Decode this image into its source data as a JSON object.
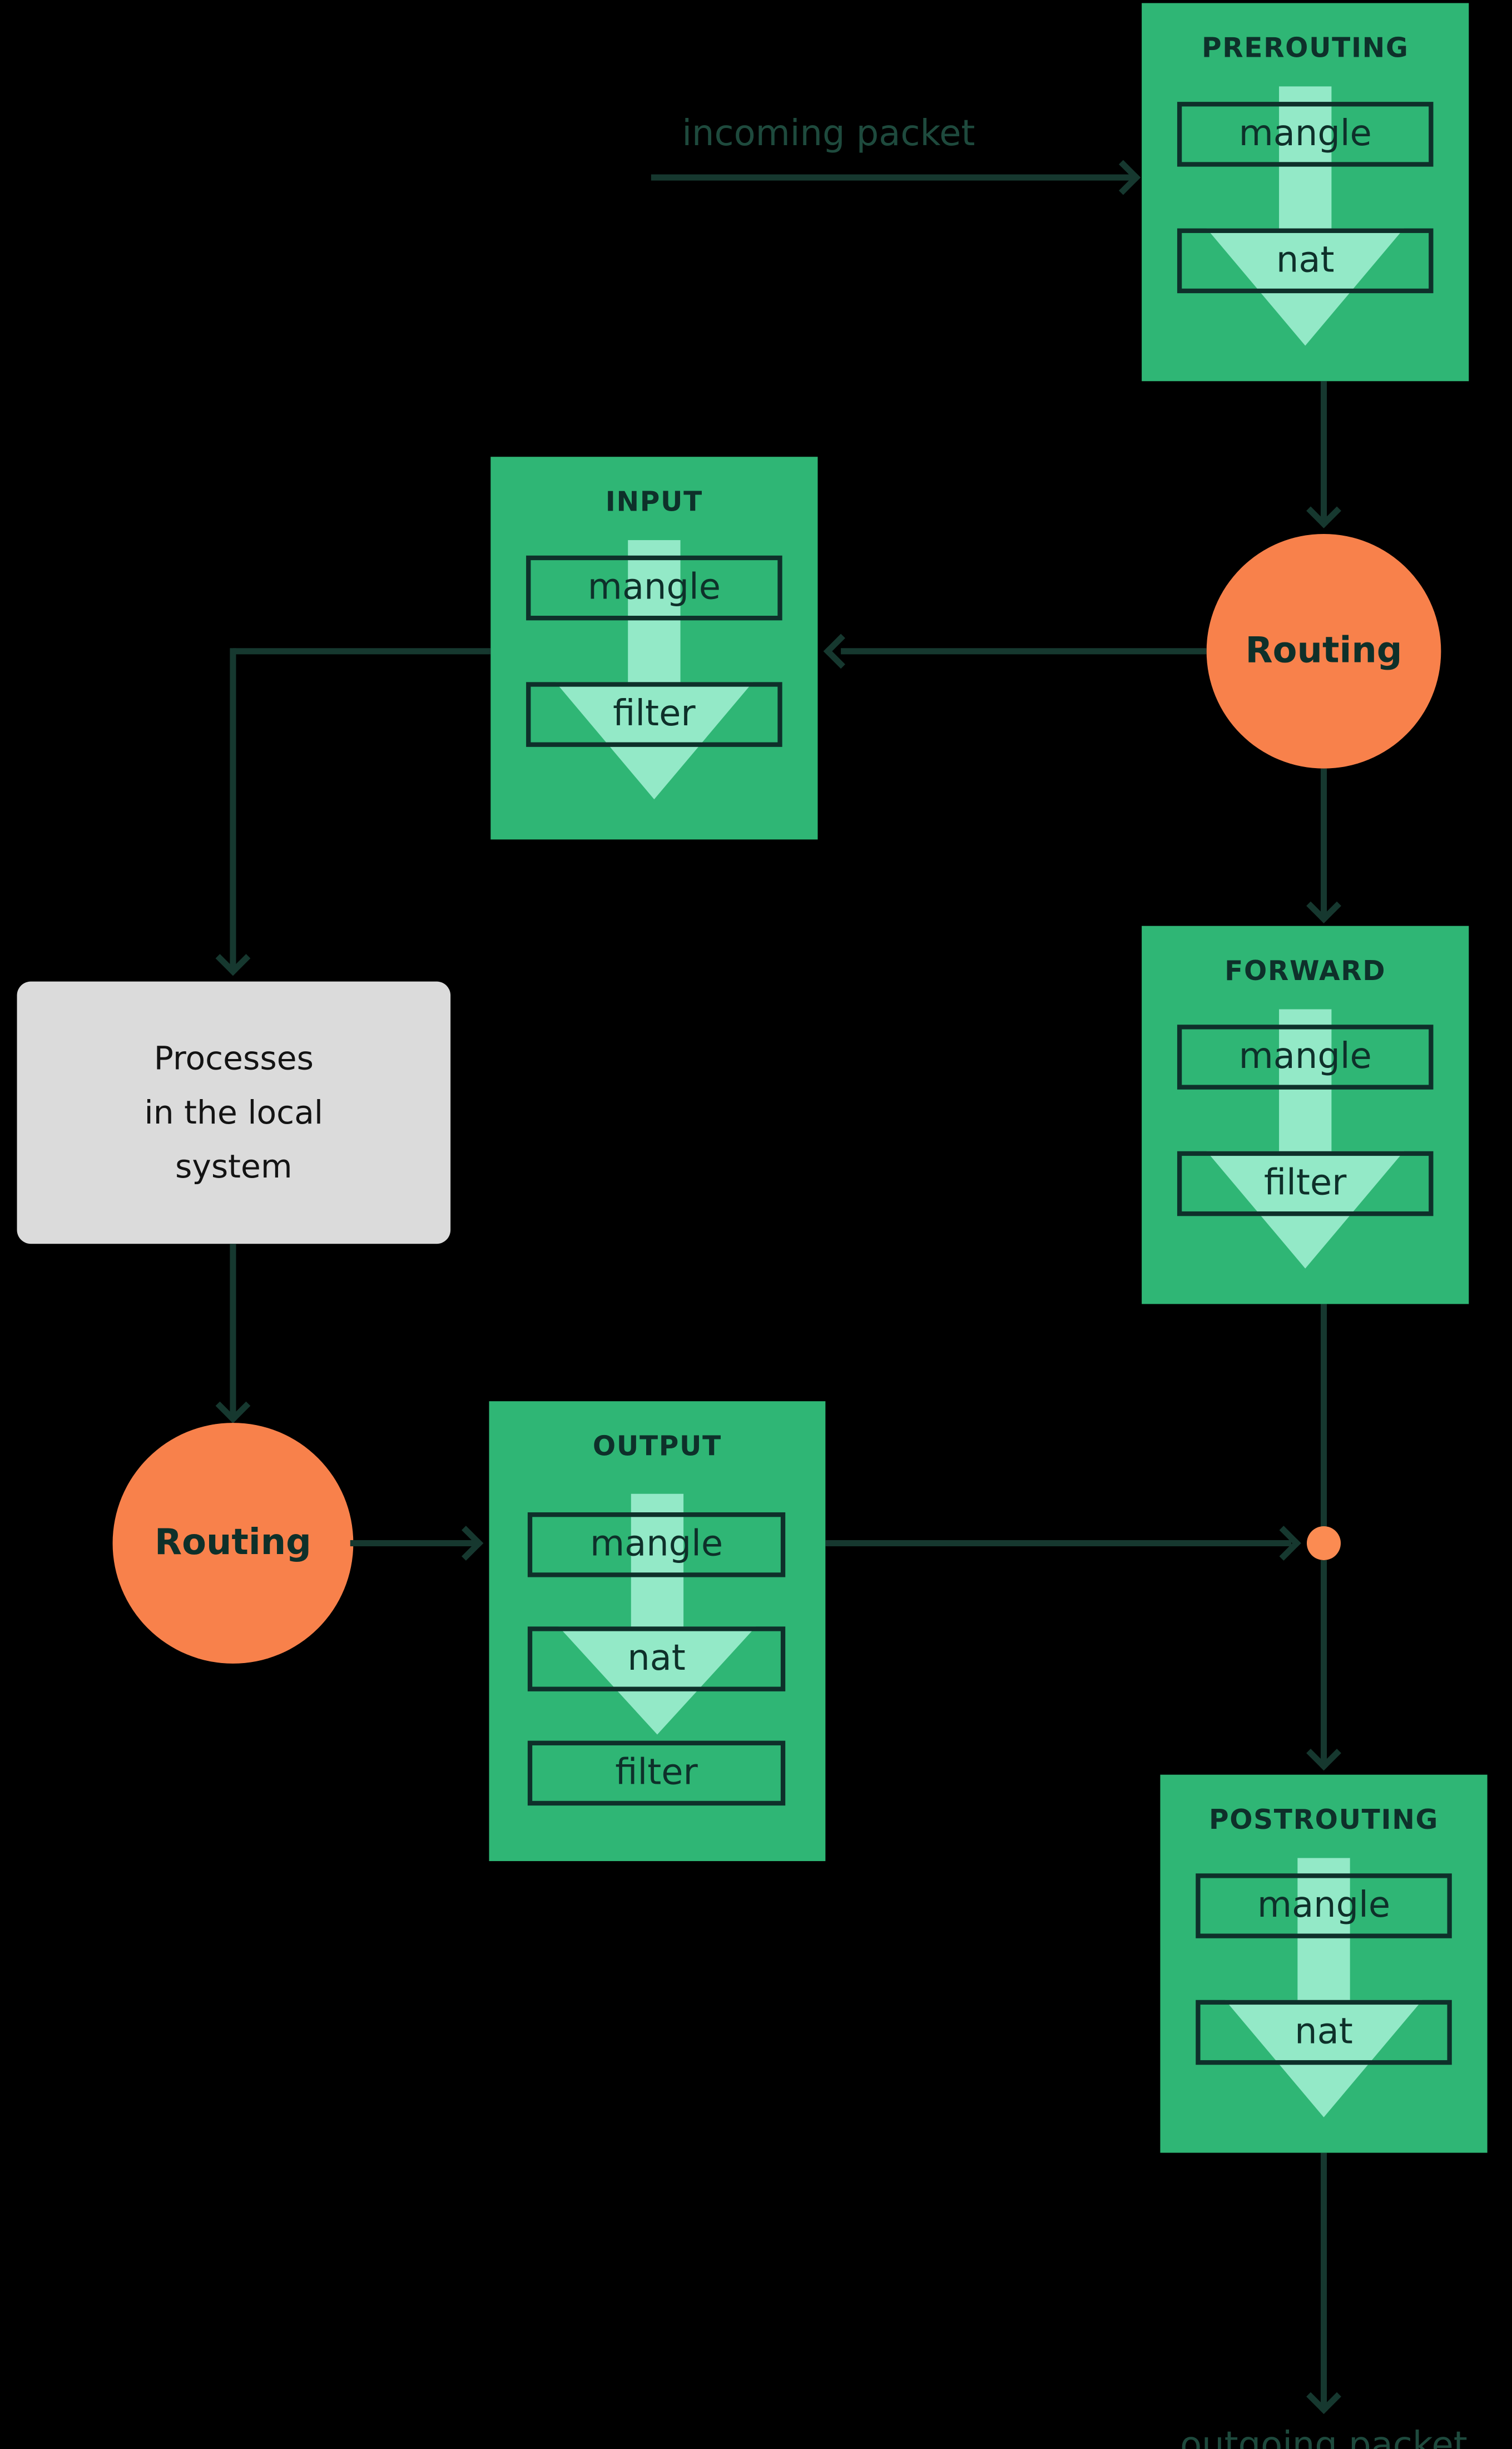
{
  "labels": {
    "incoming_packet": "incoming packet",
    "outgoing_packet": "outgoing packet"
  },
  "chains": [
    {
      "id": "prerouting",
      "title": "PREROUTING",
      "tables": [
        "mangle",
        "nat"
      ]
    },
    {
      "id": "input",
      "title": "INPUT",
      "tables": [
        "mangle",
        "filter"
      ]
    },
    {
      "id": "forward",
      "title": "FORWARD",
      "tables": [
        "mangle",
        "filter"
      ]
    },
    {
      "id": "output",
      "title": "OUTPUT",
      "tables": [
        "mangle",
        "nat",
        "filter"
      ]
    },
    {
      "id": "postrouting",
      "title": "POSTROUTING",
      "tables": [
        "mangle",
        "nat"
      ]
    }
  ],
  "routing_nodes": [
    {
      "label": "Routing"
    },
    {
      "label": "Routing"
    }
  ],
  "process_box": {
    "lines": [
      "Processes",
      "in the local",
      "system"
    ]
  },
  "colors": {
    "background": "#000000",
    "chain_green": "#2FB675",
    "arrow_mint": "#93E9C7",
    "dark_teal": "#0E302A",
    "line_teal": "#16382F",
    "label_green": "#1E4A3D",
    "routing_orange": "#F8814B",
    "junction_orange": "#FB8B52",
    "process_gray": "#DBDBDB",
    "process_text": "#131313"
  }
}
